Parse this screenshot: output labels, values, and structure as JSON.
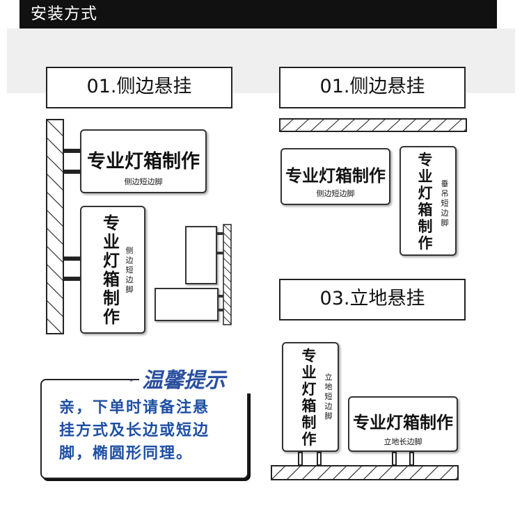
{
  "header": {
    "title": "安装方式"
  },
  "section_left": {
    "label": "01.侧边悬挂"
  },
  "section_right_top": {
    "label": "01.侧边悬挂"
  },
  "section_right_bottom": {
    "label": "03.立地悬挂"
  },
  "sign_main_text": "专业灯箱制作",
  "vertical_main_chars": [
    "专",
    "业",
    "灯",
    "箱",
    "制",
    "作"
  ],
  "left_signs": {
    "horizontal_sub": "侧边短边脚",
    "vertical_sub_chars": [
      "侧",
      "边",
      "短",
      "边",
      "脚"
    ]
  },
  "right_top_signs": {
    "horizontal_sub": "侧边短边脚",
    "vertical_sub_chars": [
      "垂",
      "吊",
      "短",
      "边",
      "脚"
    ]
  },
  "right_bottom_signs": {
    "vertical_sub_chars": [
      "立",
      "地",
      "短",
      "边",
      "脚"
    ],
    "horizontal_sub": "立地长边脚"
  },
  "tip": {
    "title": "温馨提示",
    "lines": [
      "亲，下单时请备注悬",
      "挂方式及长边或短边",
      "脚，椭圆形同理。"
    ]
  },
  "colors": {
    "tip_blue": "#1e4fa3",
    "header_bg": "#111111",
    "panel_gray": "#efefef"
  }
}
